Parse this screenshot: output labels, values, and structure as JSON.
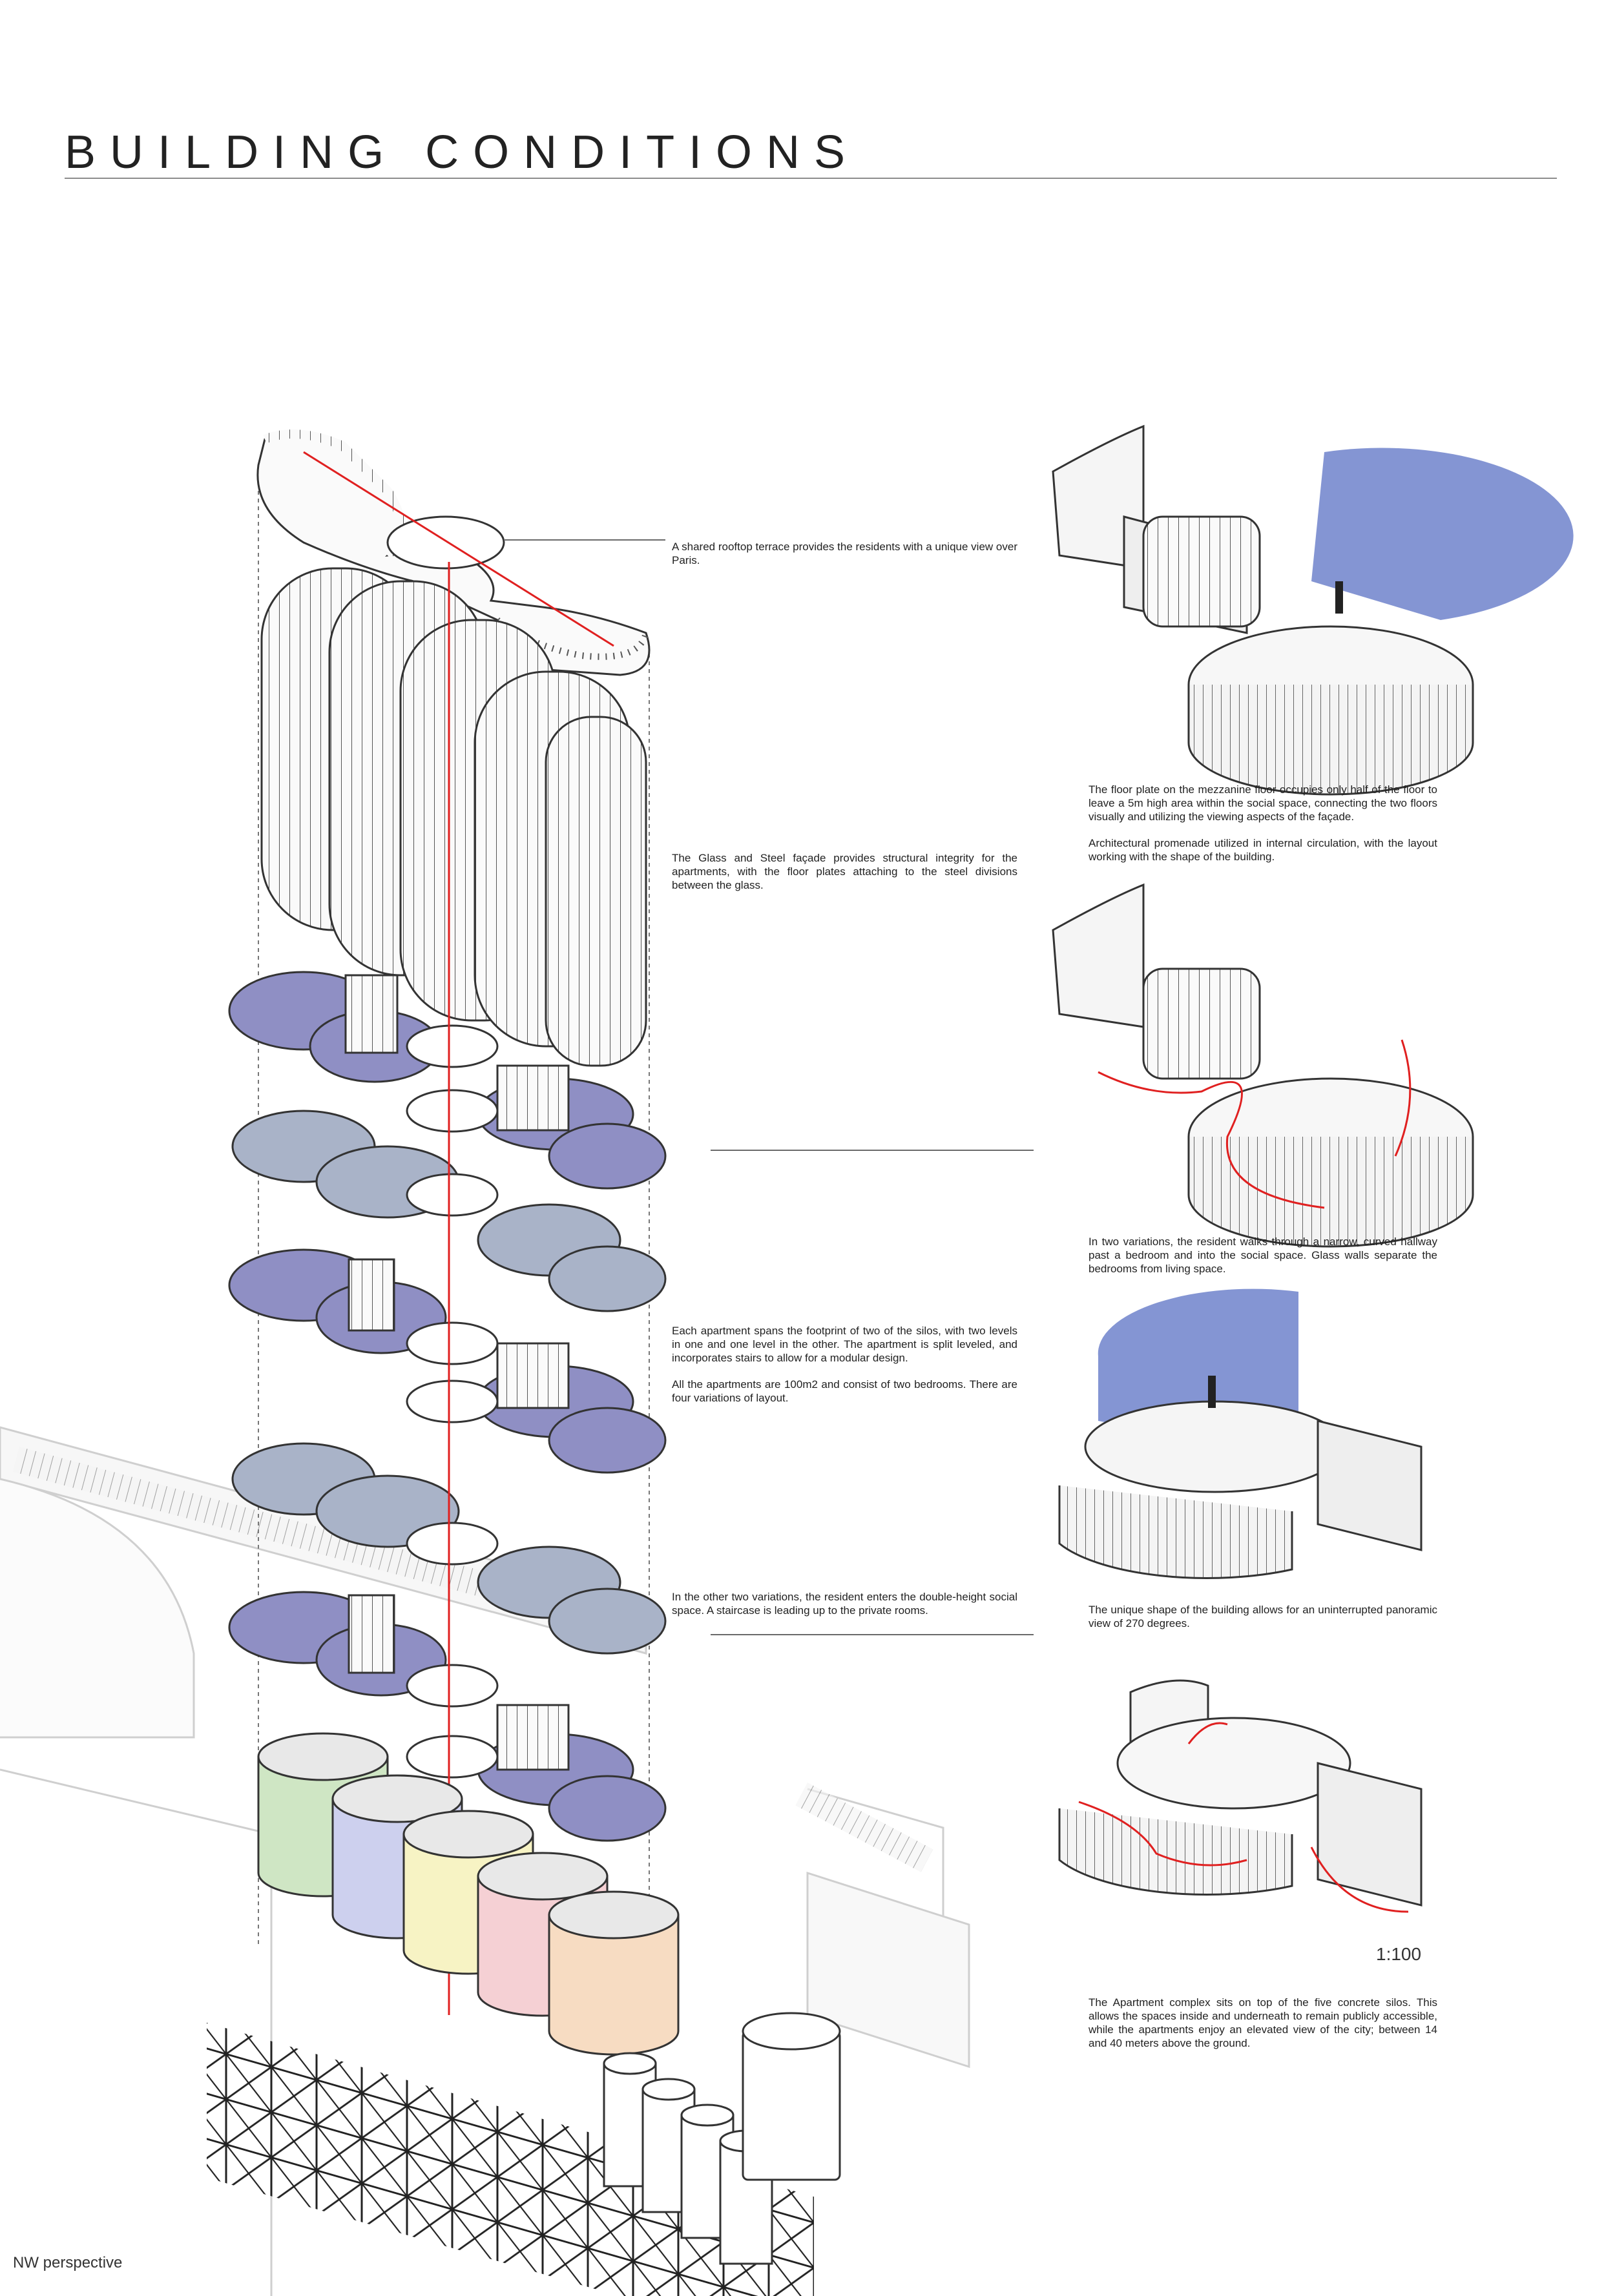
{
  "title": "BUILDING CONDITIONS",
  "annotations": {
    "rooftop": "A shared rooftop terrace provides the residents with a unique view over Paris.",
    "facade": "The Glass and Steel façade provides structural integrity for the apartments, with the floor plates attaching to the steel divisions between the glass.",
    "apartment_span": "Each apartment spans the footprint of two of the silos, with two levels in one and one level in the other. The apartment is split leveled, and incorporates stairs to allow for a modular design.",
    "apartment_variations": "All the apartments are 100m2 and consist of two bedrooms. There are four variations of layout.",
    "double_height": "In the other two variations, the resident enters the double-height social space. A staircase is leading up to the private rooms.",
    "mezzanine": "The floor plate on the mezzanine floor occupies only half of the floor to leave a 5m high area within the social space, connecting the two floors visually and utilizing the viewing aspects of the façade.",
    "promenade": "Architectural promenade utilized in internal circulation, with the layout working with the shape of the building.",
    "hallway": "In two variations, the resident walks through a narrow, curved hallway past a bedroom and into the social space. Glass walls separate the bedrooms from living space.",
    "panoramic": "The unique shape of the building allows for an uninterrupted panoramic view of 270 degrees.",
    "silos": "The Apartment complex sits on top of the five concrete silos. This allows the spaces inside and underneath to remain publicly accessible, while the apartments enjoy an elevated view of the city; between 14 and 40 meters above the ground."
  },
  "scale": "1:100",
  "view_caption": "NW perspective",
  "colors": {
    "view_cone": "#5b72c4",
    "floor_plate": "#8f8fc4",
    "floor_plate_grey": "#a9b3c8",
    "circulation_line": "#e02020",
    "silo_green": "#cfe6c4",
    "silo_blue": "#cdd0ee",
    "silo_yellow": "#f7f3c4",
    "silo_pink": "#f5d0d4",
    "silo_orange": "#f7dcc2"
  }
}
